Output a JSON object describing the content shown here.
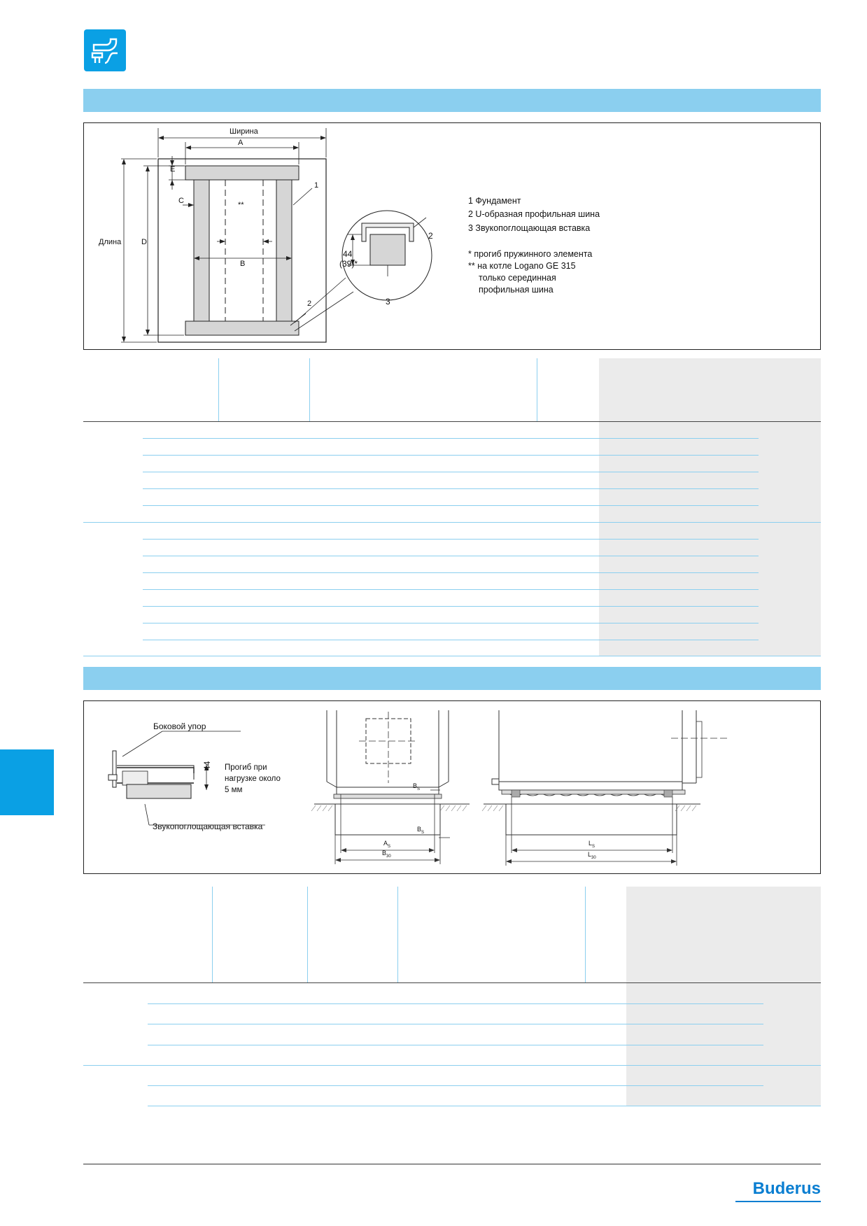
{
  "diagram1": {
    "label_width": "Ширина",
    "label_length": "Длина",
    "dim_A": "A",
    "dim_B": "B",
    "dim_C": "C",
    "dim_D": "D",
    "dim_E": "E",
    "stars": "**",
    "num_1": "1",
    "num_2": "2",
    "num_3": "3",
    "dim_44": "44",
    "dim_39": "(39)*",
    "legend": [
      "1 Фундамент",
      "2 U-образная профильная шина",
      "3 Звукопоглощающая вставка",
      "*  прогиб пружинного элемента",
      "** на котле Logano GE 315",
      "только серединная",
      "профильная шина"
    ]
  },
  "diagram2": {
    "side_stop": "Боковой упор",
    "deflection": [
      "Прогиб при",
      "нагрузке около",
      "5 мм"
    ],
    "insert": "Звукопоглощающая вставка",
    "dim_44": "44",
    "bs": "B",
    "bs_sub": "S",
    "as": "A",
    "as_sub": "S",
    "b30": "B",
    "b30_sub": "30",
    "ls": "L",
    "ls_sub": "S",
    "l30": "L",
    "l30_sub": "30",
    "bs2": "B",
    "bs2_sub": "S"
  },
  "brand": {
    "logo": "Buderus"
  },
  "colors": {
    "accent": "#0aa0e4",
    "bar": "#8bcfef",
    "brand": "#0a7ed1"
  }
}
